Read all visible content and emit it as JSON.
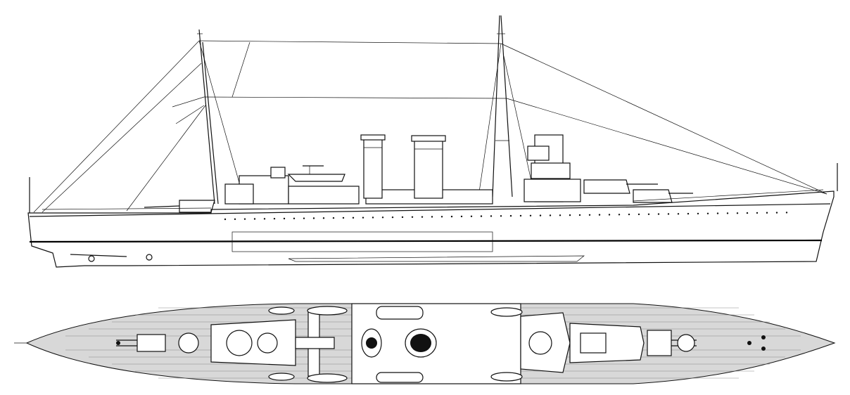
{
  "drawing": {
    "subject": "cruiser-line-drawing",
    "views": [
      "profile",
      "plan"
    ],
    "colors": {
      "ink": "#111111",
      "paper": "#ffffff",
      "deck": "#d8d8d8"
    }
  }
}
